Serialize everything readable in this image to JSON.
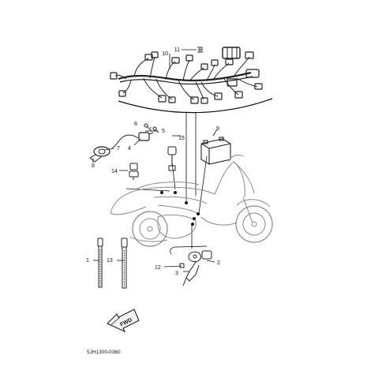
{
  "callouts": {
    "c1": "1",
    "c2": "2",
    "c3": "3",
    "c4": "4",
    "c5": "5",
    "c6": "6",
    "c7": "7",
    "c8": "8",
    "c9": "9",
    "c10": "10",
    "c11": "11",
    "c12": "12",
    "c13": "13",
    "c14": "14",
    "c15": "15"
  },
  "direction_label": "FWD",
  "diagram_code": "5JH1300-0360",
  "icons": {
    "wire_harness": "wire-harness-icon",
    "battery": "battery-icon",
    "scooter": "scooter-icon",
    "cable_tie": "cable-tie-icon",
    "forward_arrow": "forward-arrow-icon"
  }
}
